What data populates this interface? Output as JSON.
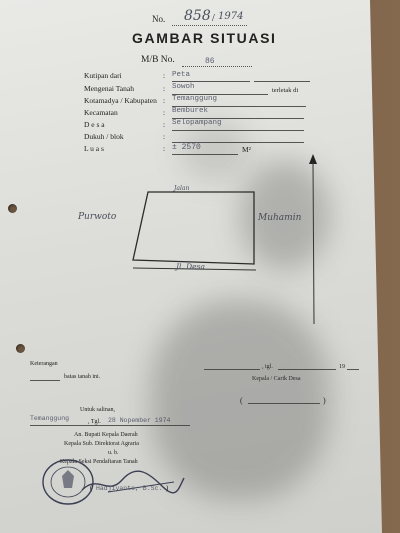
{
  "header": {
    "no_label": "No.",
    "no_value": "858",
    "year_value": "1974",
    "title": "GAMBAR SITUASI",
    "mb_label": "M/B No.",
    "mb_value": "86"
  },
  "fields": [
    {
      "label": "Kutipan dari",
      "value": "Peta"
    },
    {
      "label": "Mengenai Tanah",
      "value": "Sowoh",
      "suffix": "terletak di"
    },
    {
      "label": "Kotamadya / Kabupaten",
      "value": "Temanggung"
    },
    {
      "label": "Kecamatan",
      "value": "Bemburek"
    },
    {
      "label": "D e s a",
      "value": "Selopampang"
    },
    {
      "label": "Dukuh / blok",
      "value": ""
    },
    {
      "label": "L u a s",
      "value": "± 2570",
      "unit": "M²"
    }
  ],
  "sketch": {
    "top": "Jalan",
    "left": "Purwoto",
    "right": "Muhamin",
    "bottom": "Jl. Desa"
  },
  "footer": {
    "keterangan_label": "Keterangan",
    "tgl_label": ", tgl.",
    "year_prefix": "19",
    "batas_label": "batas tanah ini.",
    "kepala_desa": "Kepala / Carik Desa",
    "untuk_label": "Untuk salinan,",
    "place": "Temanggung",
    "date": "28 Nopember 1974",
    "an_bupati": "An. Bupati Kepala Daerah",
    "kepala_sub": "Kepala Sub. Direktorat Agraria",
    "ub": "u. b.",
    "kepala_seksi": "Kepala Seksi Pendaftaran Tanah",
    "signer": "Hadjiyanto, B.Sc."
  }
}
